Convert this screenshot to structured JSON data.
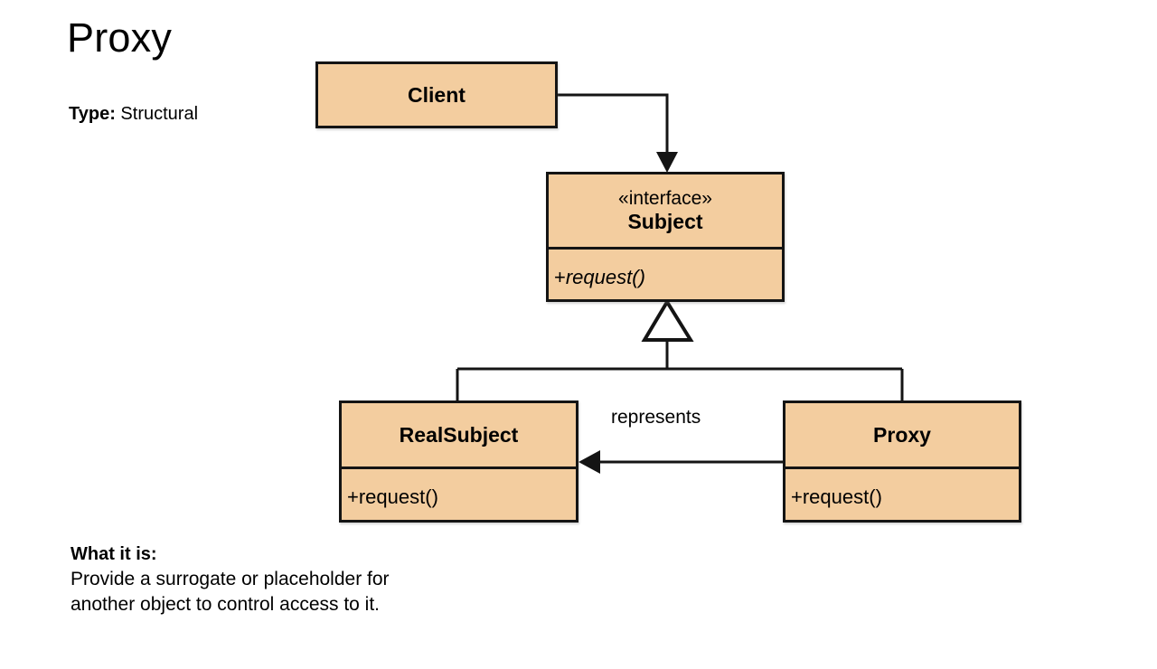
{
  "header": {
    "title": "Proxy",
    "type_key": "Type:",
    "type_value": "Structural"
  },
  "footer": {
    "heading": "What it is:",
    "description_line1": "Provide a surrogate or placeholder for",
    "description_line2": "another object to control access to it."
  },
  "colors": {
    "box_fill": "#f3cd9f",
    "stroke": "#141414",
    "background": "#ffffff",
    "text": "#000000"
  },
  "diagram": {
    "type": "uml-class-diagram",
    "classes": [
      {
        "id": "client",
        "name": "Client",
        "stereotype": "",
        "members": []
      },
      {
        "id": "subject",
        "name": "Subject",
        "stereotype": "«interface»",
        "members": [
          {
            "visibility": "+",
            "signature": "request()",
            "italic": true
          }
        ]
      },
      {
        "id": "realsubject",
        "name": "RealSubject",
        "stereotype": "",
        "members": [
          {
            "visibility": "+",
            "signature": "request()",
            "italic": false
          }
        ]
      },
      {
        "id": "proxy",
        "name": "Proxy",
        "stereotype": "",
        "members": [
          {
            "visibility": "+",
            "signature": "request()",
            "italic": false
          }
        ]
      }
    ],
    "relationships": [
      {
        "id": "client-uses-subject",
        "from": "client",
        "to": "subject",
        "kind": "association-directed",
        "arrow": "solid-filled",
        "label": ""
      },
      {
        "id": "realsubject-implements-subject",
        "from": "realsubject",
        "to": "subject",
        "kind": "generalization",
        "arrow": "hollow-triangle",
        "label": ""
      },
      {
        "id": "proxy-implements-subject",
        "from": "proxy",
        "to": "subject",
        "kind": "generalization",
        "arrow": "hollow-triangle",
        "label": ""
      },
      {
        "id": "proxy-represents-realsubject",
        "from": "proxy",
        "to": "realsubject",
        "kind": "association-directed",
        "arrow": "solid-filled",
        "label": "represents"
      }
    ]
  }
}
